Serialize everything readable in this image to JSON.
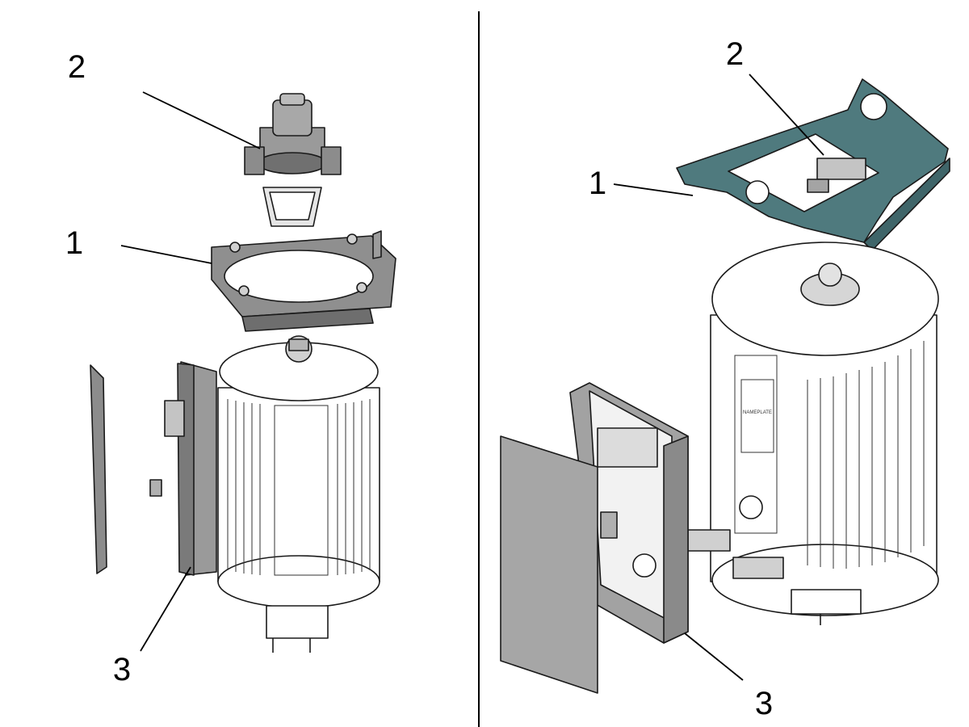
{
  "left_view": {
    "callouts": [
      {
        "id": "1",
        "label": "1"
      },
      {
        "id": "2",
        "label": "2"
      },
      {
        "id": "3",
        "label": "3"
      }
    ]
  },
  "right_view": {
    "callouts": [
      {
        "id": "1",
        "label": "1"
      },
      {
        "id": "2",
        "label": "2"
      },
      {
        "id": "3",
        "label": "3"
      }
    ],
    "nameplate_text": "NAMEPLATE"
  },
  "colors": {
    "bracket_teal": "#4f7a7e",
    "part_grey": "#8c8c8c",
    "light_grey": "#bdbdbd",
    "line": "#000000"
  }
}
